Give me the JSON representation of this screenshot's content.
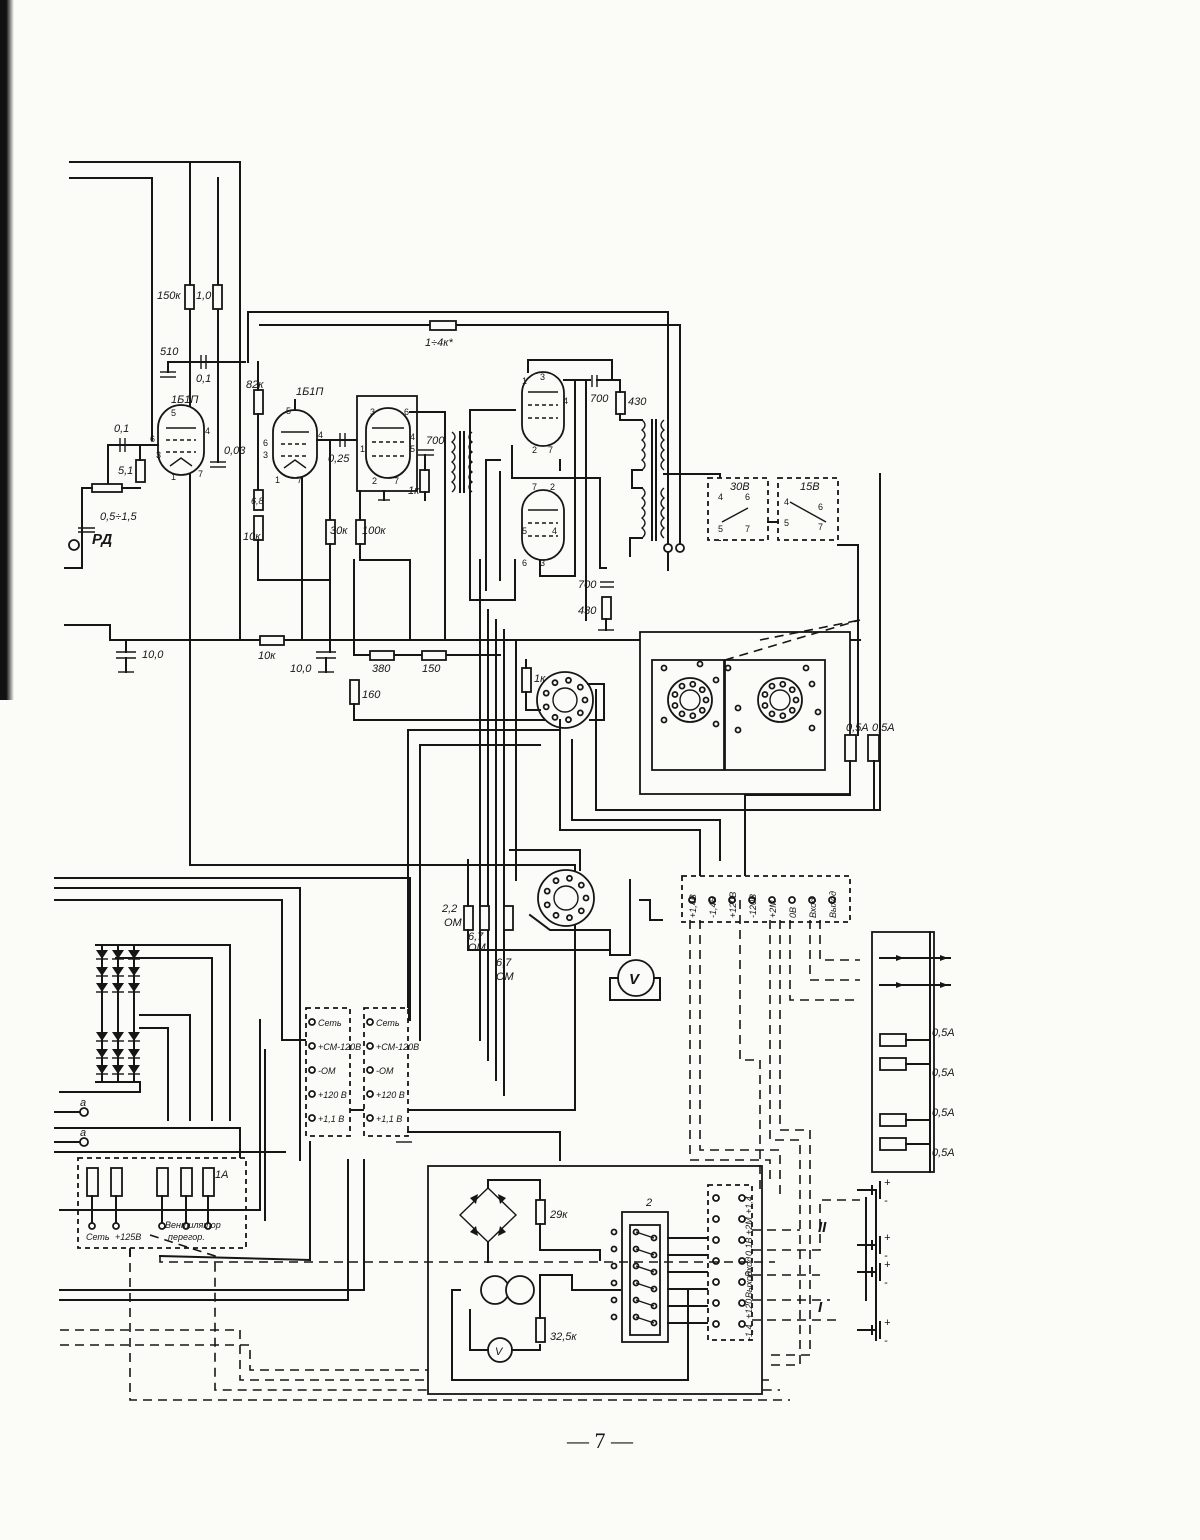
{
  "page": {
    "number": "— 7 —"
  },
  "tubes": {
    "v1": {
      "type": "1Б1П",
      "pins": [
        "5",
        "4",
        "6",
        "3",
        "1",
        "7"
      ]
    },
    "v2": {
      "type": "1Б1П",
      "pins": [
        "5",
        "6",
        "3",
        "4",
        "1",
        "7"
      ]
    },
    "v3": {
      "pins": [
        "3",
        "6",
        "1",
        "5",
        "4",
        "2",
        "7"
      ]
    },
    "v4": {
      "pins": [
        "3",
        "1",
        "4",
        "2",
        "7"
      ]
    },
    "v5": {
      "pins": [
        "7",
        "2",
        "5",
        "4",
        "6",
        "3"
      ]
    }
  },
  "components": {
    "r_150k": "150к",
    "r_1_0": "1,0",
    "c_510": "510",
    "c_0_1_top": "0,1",
    "c_0_03": "0,03",
    "c_0_1_in": "0,1",
    "r_5_1": "5,1",
    "pot_0_5_1_5": "0,5÷1,5",
    "ant_rd": "РД",
    "r_82k": "82к",
    "r_6_8": "6,8",
    "r_10k_v": "10к",
    "c_0_25": "0,25",
    "r_30k": "30к",
    "r_100k": "100к",
    "c_700_a": "700",
    "r_1k_a": "1к",
    "r_fb": "1÷4к*",
    "c_700_b": "700",
    "r_430_a": "430",
    "c_700_c": "700",
    "r_430_b": "430",
    "c_10_0_left": "10,0",
    "r_10k_h": "10к",
    "c_10_0_mid": "10,0",
    "r_380": "380",
    "r_150": "150",
    "r_160": "160",
    "r_1k_b": "1к",
    "sw_30v": "30В",
    "sw_15v": "15В",
    "sw_pins": [
      "4",
      "6",
      "5",
      "7",
      "6",
      "4",
      "5",
      "7"
    ],
    "fuse_a": "0,5А",
    "fuse_b": "0,5А",
    "r_2_2": "2,2",
    "om_a": "ОМ",
    "r_6_7_a": "6,7",
    "om_b": "ОМ",
    "r_6_7_b": "6,7",
    "om_c": "ОМ",
    "voltmeter": "V",
    "r_29k": "29к",
    "r_32_5k": "32,5к",
    "sw_2": "2"
  },
  "terminals": {
    "mid_strip": [
      "+1,4В",
      "-1,4В",
      "+120В",
      "-120В",
      "+2М",
      "0В",
      "Вход",
      "Выход"
    ],
    "left_block_a": [
      "Сеть",
      "+СМ-120В",
      "-ОМ",
      "+120 В",
      "+1,1 В"
    ],
    "left_block_b": [
      "Сеть",
      "+СМ-120В",
      "-ОМ",
      "+120 В",
      "+1,1 В"
    ],
    "bottom_strip": [
      "+1,4",
      "+2М",
      "0,1В",
      "Вход",
      "Выход",
      "+120",
      "-1,4"
    ],
    "psu_labels": [
      "Сеть",
      "+125В",
      "Вентилятор",
      "перегор."
    ],
    "psu_terms": [
      "а",
      "а",
      "1А"
    ],
    "fuses_right": [
      "0,5А",
      "0,5А",
      "0,5А",
      "0,5А"
    ],
    "batteries": [
      "II",
      "I"
    ],
    "polarity": [
      "+",
      "-",
      "+",
      "-",
      "+",
      "-",
      "+",
      "-"
    ]
  },
  "colors": {
    "ink": "#161616",
    "paper": "#fbfbf8"
  }
}
